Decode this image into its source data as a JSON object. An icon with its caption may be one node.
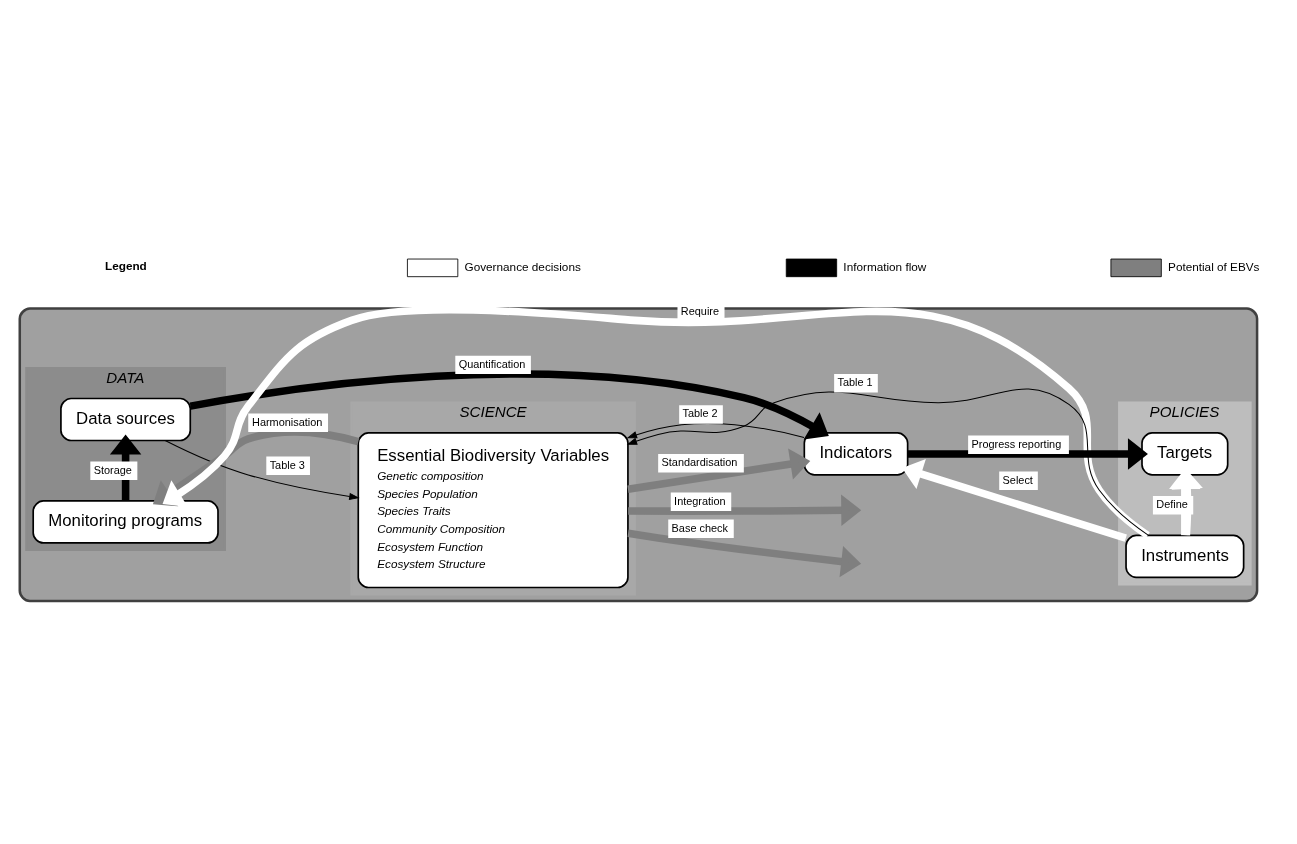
{
  "diagram": {
    "nodes": [
      {
        "text": [],
        "shape": "box"
      },
      {
        "text": [
          "DATA"
        ],
        "in": 0
      },
      {
        "text": [
          "SCIENCE"
        ],
        "in": 0
      },
      {
        "text": [
          "POLICIES"
        ],
        "in": 0
      },
      {
        "text": [
          "Monitoring programs"
        ],
        "in": 1
      },
      {
        "text": [
          "Data sources"
        ],
        "in": 1
      },
      {
        "text": [
          "Essential Biodiversity Variables",
          "Genetic composition",
          "Species Population",
          "Species Traits",
          "Community Composition",
          "Ecosystem Function",
          "Ecosystem Structure"
        ],
        "in": 2
      },
      {
        "text": [
          "Instruments"
        ],
        "in": 3
      },
      {
        "text": [
          "Targets"
        ],
        "in": 3
      },
      {
        "text": [
          "Indicators"
        ],
        "in": 0
      }
    ],
    "edges": [
      {
        "from": 7,
        "to": 4,
        "arrow": "to",
        "label": "Require",
        "color": "#ffffff"
      },
      {
        "from": 7,
        "to": 6,
        "arrow": "to",
        "label": "Table 1"
      },
      {
        "from": 7,
        "to": 9,
        "arrow": "to",
        "label": "Select",
        "color": "#ffffff"
      },
      {
        "from": 7,
        "to": 8,
        "arrow": "to",
        "color": "#ffffff"
      },
      {
        "from": 7,
        "to": 8,
        "arrow": "to",
        "label": "Define",
        "color": "#ffffff"
      },
      {
        "from": 6,
        "to": 4,
        "arrow": "to",
        "label": "Harmonisation",
        "color": "#7f7f7f"
      },
      {
        "from": 6,
        "to": null,
        "arrow": "to",
        "label": "Base check",
        "color": "#7f7f7f"
      },
      {
        "from": 4,
        "to": 5,
        "arrow": "to",
        "label": "Storage",
        "color": "#000000"
      },
      {
        "from": 5,
        "to": 6,
        "arrow": "to",
        "label": "Table 3"
      },
      {
        "from": 9,
        "to": 6,
        "arrow": "to",
        "label": "Table 2"
      },
      {
        "from": 6,
        "to": null,
        "arrow": "to",
        "label": "Integration",
        "color": "#7f7f7f"
      },
      {
        "from": 6,
        "to": 9,
        "arrow": "to",
        "label": "Standardisation",
        "color": "#7f7f7f"
      },
      {
        "from": 5,
        "to": 9,
        "arrow": "to",
        "label": "Quantification",
        "color": "#000000"
      },
      {
        "from": 9,
        "to": 8,
        "arrow": "to",
        "label": "Progress reporting",
        "color": "#000000"
      }
    ],
    "labels": [
      "Legend"
    ],
    "legend": [
      {
        "text": "Governance decisions",
        "color": "#ffffff"
      },
      {
        "text": "Information flow",
        "color": "#000000"
      },
      {
        "text": "Potential of EBVs",
        "color": "#7f7f7f"
      }
    ]
  }
}
